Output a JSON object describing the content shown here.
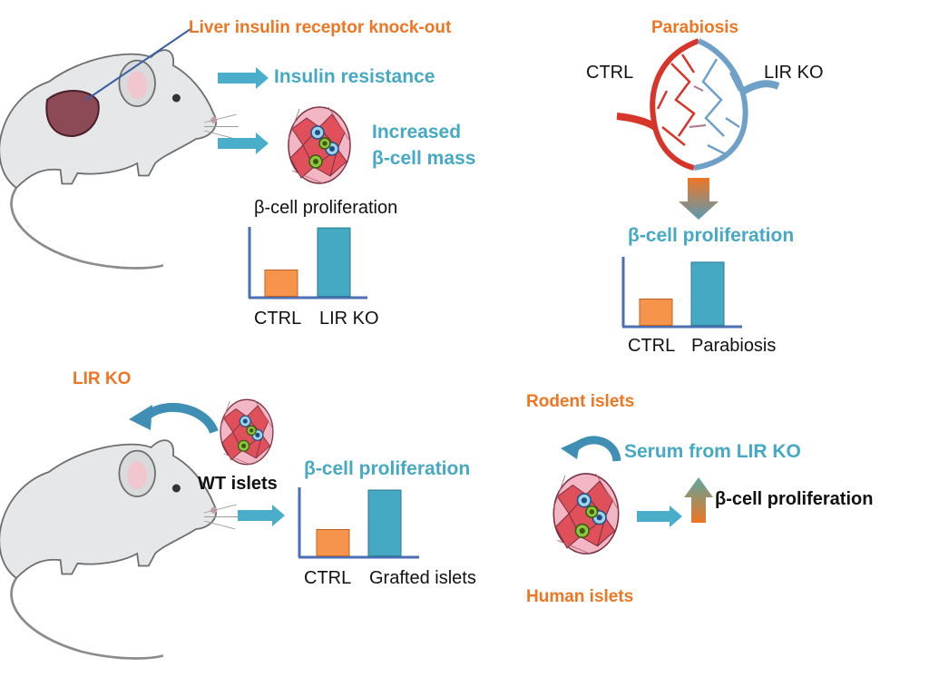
{
  "colors": {
    "orange": "#ee7623",
    "teal": "#46a9c4",
    "bar_ctrl": "#f5944a",
    "bar_treated": "#46a9c4",
    "axis": "#4a6fb5"
  },
  "panel_top_left": {
    "title": "Liver insulin receptor knock-out",
    "outcome1": "Insulin resistance",
    "outcome2_line1": "Increased",
    "outcome2_line2": "β-cell mass",
    "chart_title": "β-cell proliferation",
    "categories": [
      "CTRL",
      "LIR KO"
    ]
  },
  "panel_top_right": {
    "title": "Parabiosis",
    "left_label": "CTRL",
    "right_label": "LIR KO",
    "chart_title": "β-cell proliferation",
    "categories": [
      "CTRL",
      "Parabiosis"
    ]
  },
  "panel_bottom_left": {
    "title": "LIR KO",
    "islets_label": "WT islets",
    "chart_title": "β-cell proliferation",
    "categories": [
      "CTRL",
      "Grafted islets"
    ]
  },
  "panel_bottom_right": {
    "title_top": "Rodent islets",
    "serum_label": "Serum from LIR KO",
    "result_label": "β-cell proliferation",
    "title_bottom": "Human islets"
  },
  "chart_data": [
    {
      "type": "bar",
      "title": "β-cell proliferation",
      "categories": [
        "CTRL",
        "LIR KO"
      ],
      "values": [
        1,
        2.6
      ]
    },
    {
      "type": "bar",
      "title": "β-cell proliferation",
      "categories": [
        "CTRL",
        "Parabiosis"
      ],
      "values": [
        1,
        2.4
      ]
    },
    {
      "type": "bar",
      "title": "β-cell proliferation",
      "categories": [
        "CTRL",
        "Grafted islets"
      ],
      "values": [
        1,
        2.5
      ]
    }
  ]
}
